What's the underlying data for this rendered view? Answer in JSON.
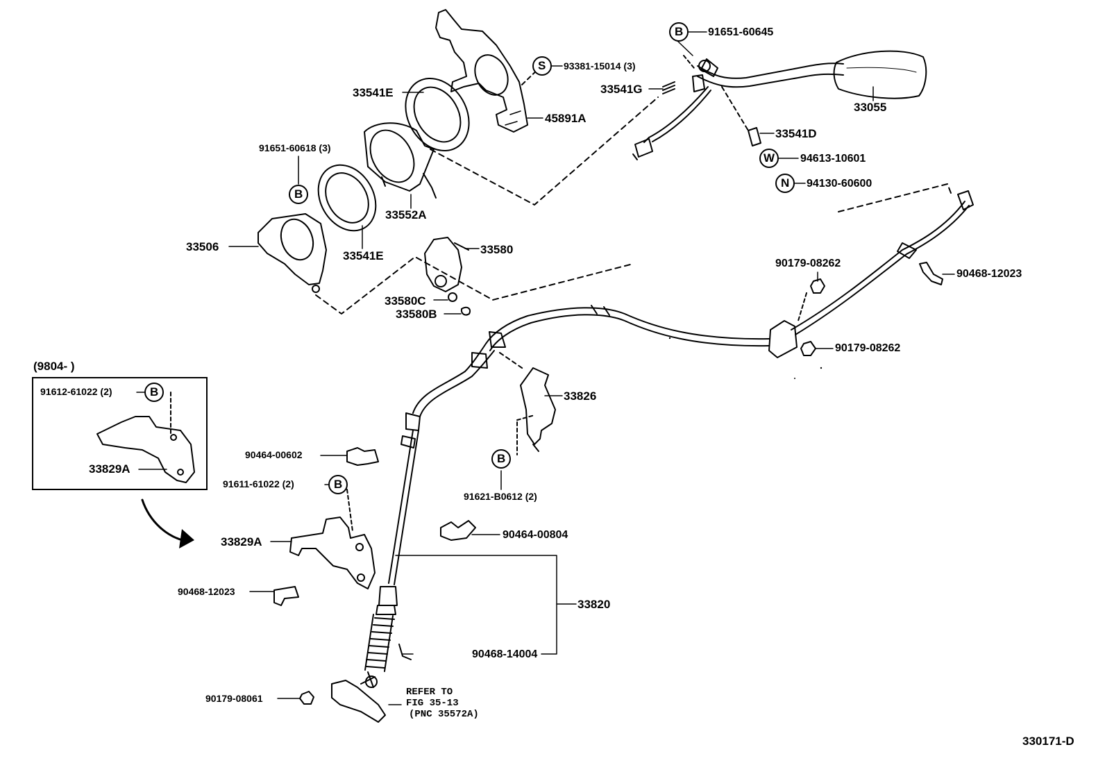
{
  "diagram_id": "330171-D",
  "inset": {
    "title": "(9804-        )"
  },
  "callout_letters": {
    "B": "B",
    "S": "S",
    "W": "W",
    "N": "N"
  },
  "parts": {
    "p91651_60645": "91651-60645",
    "p93381_15014": "93381-15014 (3)",
    "p33541E_top": "33541E",
    "p33541G": "33541G",
    "p33055": "33055",
    "p45891A": "45891A",
    "p33541D": "33541D",
    "p94613_10601": "94613-10601",
    "p91651_60618": "91651-60618 (3)",
    "p94130_60600": "94130-60600",
    "p33552A": "33552A",
    "p33506": "33506",
    "p33541E_bot": "33541E",
    "p33580": "33580",
    "p90179_08262_a": "90179-08262",
    "p90468_12023_r": "90468-12023",
    "p33580C": "33580C",
    "p33580B": "33580B",
    "p90179_08262_b": "90179-08262",
    "p91612_61022": "91612-61022 (2)",
    "p33829A_inset": "33829A",
    "p33826": "33826",
    "p90464_00602": "90464-00602",
    "p91611_61022": "91611-61022 (2)",
    "p91621_B0612": "91621-B0612 (2)",
    "p90464_00804": "90464-00804",
    "p33829A": "33829A",
    "p33820": "33820",
    "p90468_12023_l": "90468-12023",
    "p90468_14004": "90468-14004",
    "p90179_08061": "90179-08061"
  },
  "refer_note": {
    "line1": "REFER TO",
    "line2": "FIG 35-13",
    "line3": "(PNC 35572A)"
  }
}
